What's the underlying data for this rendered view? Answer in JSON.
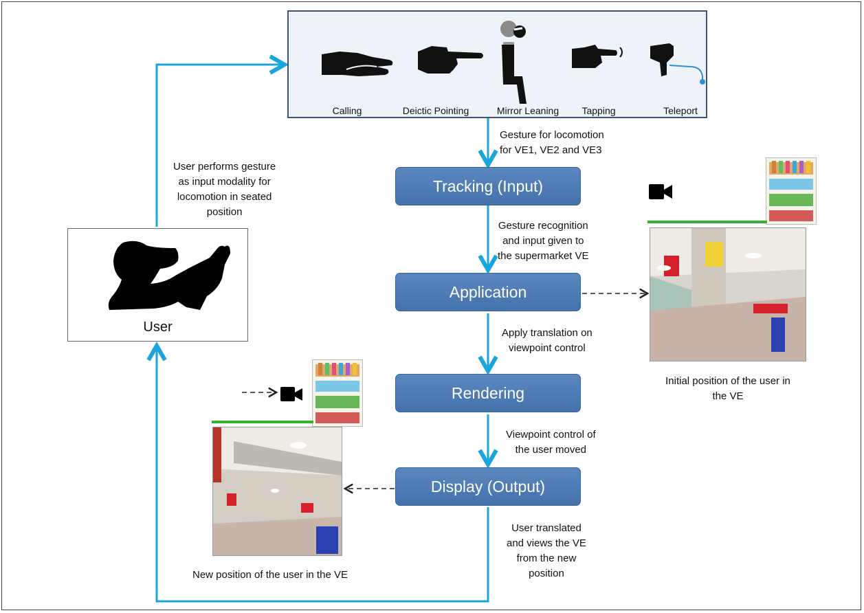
{
  "gestures": [
    {
      "label": "Calling",
      "icon": "calling-hand-icon"
    },
    {
      "label": "Deictic Pointing",
      "icon": "pointing-hand-icon"
    },
    {
      "label": "Mirror Leaning",
      "icon": "leaning-person-icon"
    },
    {
      "label": "Tapping",
      "icon": "tapping-hand-icon"
    },
    {
      "label": "Teleport",
      "icon": "teleport-hand-icon"
    }
  ],
  "steps": {
    "tracking": "Tracking (Input)",
    "application": "Application",
    "rendering": "Rendering",
    "display": "Display (Output)"
  },
  "notes": {
    "gesture_locomotion": [
      "Gesture for locomotion",
      "for VE1, VE2 and VE3"
    ],
    "recognition": [
      "Gesture recognition",
      "and input given to",
      "the supermarket VE"
    ],
    "translation": [
      "Apply translation on",
      "viewpoint control"
    ],
    "viewpoint_moved": [
      "Viewpoint control of",
      "the user moved"
    ],
    "user_translated": [
      "User translated",
      "and views the VE",
      "from the new",
      "position"
    ],
    "user_performs": [
      "User performs gesture",
      "as input modality for",
      "locomotion in seated",
      "position"
    ]
  },
  "user": {
    "label": "User"
  },
  "captions": {
    "initial": [
      "Initial position of the user in",
      "the VE"
    ],
    "new": "New position of the user in the VE"
  },
  "colors": {
    "arrow": "#1aa6dc",
    "step_fill": "#4f7db5",
    "shelf_accent": "#33b233",
    "sale_sign": "#d4202a"
  }
}
